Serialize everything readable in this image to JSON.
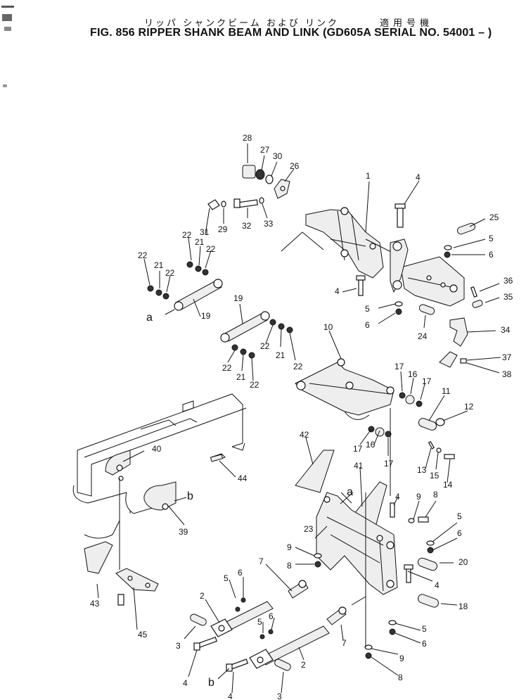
{
  "header": {
    "japanese_title": "リッパ シャンクビーム および リンク",
    "japanese_note": "適用号機",
    "figure_title": "FIG. 856  RIPPER SHANK BEAM AND LINK (GD605A SERIAL NO. 54001 – )"
  },
  "callouts": [
    {
      "id": "c28",
      "text": "28"
    },
    {
      "id": "c27",
      "text": "27"
    },
    {
      "id": "c30",
      "text": "30"
    },
    {
      "id": "c26",
      "text": "26"
    },
    {
      "id": "c1",
      "text": "1"
    },
    {
      "id": "c4a",
      "text": "4"
    },
    {
      "id": "c25",
      "text": "25"
    },
    {
      "id": "c5a",
      "text": "5"
    },
    {
      "id": "c6a",
      "text": "6"
    },
    {
      "id": "c31",
      "text": "31"
    },
    {
      "id": "c29",
      "text": "29"
    },
    {
      "id": "c32",
      "text": "32"
    },
    {
      "id": "c33",
      "text": "33"
    },
    {
      "id": "c22a",
      "text": "22"
    },
    {
      "id": "c21a",
      "text": "21"
    },
    {
      "id": "c22b",
      "text": "22"
    },
    {
      "id": "c22c",
      "text": "22"
    },
    {
      "id": "c21b",
      "text": "21"
    },
    {
      "id": "c22d",
      "text": "22"
    },
    {
      "id": "c4b",
      "text": "4"
    },
    {
      "id": "c5b",
      "text": "5"
    },
    {
      "id": "c6b",
      "text": "6"
    },
    {
      "id": "c24",
      "text": "24"
    },
    {
      "id": "c36",
      "text": "36"
    },
    {
      "id": "c35",
      "text": "35"
    },
    {
      "id": "c34",
      "text": "34"
    },
    {
      "id": "c37",
      "text": "37"
    },
    {
      "id": "c38",
      "text": "38"
    },
    {
      "id": "c19a",
      "text": "19"
    },
    {
      "id": "c19b",
      "text": "19"
    },
    {
      "id": "c22e",
      "text": "22"
    },
    {
      "id": "c21c",
      "text": "21"
    },
    {
      "id": "c22f",
      "text": "22"
    },
    {
      "id": "c22g",
      "text": "22"
    },
    {
      "id": "c21d",
      "text": "21"
    },
    {
      "id": "c22h",
      "text": "22"
    },
    {
      "id": "c10",
      "text": "10"
    },
    {
      "id": "c17a",
      "text": "17"
    },
    {
      "id": "c16a",
      "text": "16"
    },
    {
      "id": "c17b",
      "text": "17"
    },
    {
      "id": "c11",
      "text": "11"
    },
    {
      "id": "c12",
      "text": "12"
    },
    {
      "id": "c42",
      "text": "42"
    },
    {
      "id": "c41",
      "text": "41"
    },
    {
      "id": "c17c",
      "text": "17"
    },
    {
      "id": "c16b",
      "text": "16"
    },
    {
      "id": "c17d",
      "text": "17"
    },
    {
      "id": "c13",
      "text": "13"
    },
    {
      "id": "c15",
      "text": "15"
    },
    {
      "id": "c14",
      "text": "14"
    },
    {
      "id": "c40",
      "text": "40"
    },
    {
      "id": "c44",
      "text": "44"
    },
    {
      "id": "c39",
      "text": "39"
    },
    {
      "id": "c4c",
      "text": "4"
    },
    {
      "id": "c9a",
      "text": "9"
    },
    {
      "id": "c8a",
      "text": "8"
    },
    {
      "id": "c5c",
      "text": "5"
    },
    {
      "id": "c6c",
      "text": "6"
    },
    {
      "id": "c23",
      "text": "23"
    },
    {
      "id": "c9b",
      "text": "9"
    },
    {
      "id": "c8b",
      "text": "8"
    },
    {
      "id": "c7a",
      "text": "7"
    },
    {
      "id": "c20",
      "text": "20"
    },
    {
      "id": "c4d",
      "text": "4"
    },
    {
      "id": "c18",
      "text": "18"
    },
    {
      "id": "c43",
      "text": "43"
    },
    {
      "id": "c45",
      "text": "45"
    },
    {
      "id": "c5d",
      "text": "5"
    },
    {
      "id": "c6d",
      "text": "6"
    },
    {
      "id": "c2a",
      "text": "2"
    },
    {
      "id": "c3a",
      "text": "3"
    },
    {
      "id": "c5e",
      "text": "5"
    },
    {
      "id": "c6e",
      "text": "6"
    },
    {
      "id": "c7b",
      "text": "7"
    },
    {
      "id": "c5f",
      "text": "5"
    },
    {
      "id": "c6f",
      "text": "6"
    },
    {
      "id": "c4e",
      "text": "4"
    },
    {
      "id": "c2b",
      "text": "2"
    },
    {
      "id": "c9c",
      "text": "9"
    },
    {
      "id": "c8c",
      "text": "8"
    },
    {
      "id": "c4f",
      "text": "4"
    },
    {
      "id": "c3b",
      "text": "3"
    }
  ],
  "letters": [
    {
      "id": "la1",
      "text": "a"
    },
    {
      "id": "la2",
      "text": "a"
    },
    {
      "id": "lb1",
      "text": "b"
    },
    {
      "id": "lb2",
      "text": "b"
    }
  ]
}
